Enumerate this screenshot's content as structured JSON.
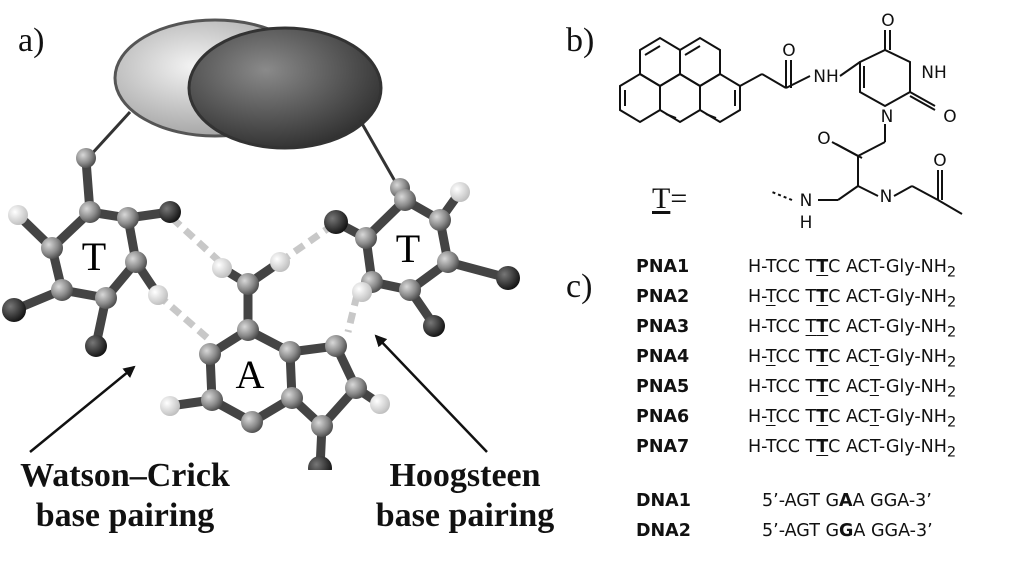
{
  "panels": {
    "a": "a)",
    "b": "b)",
    "c": "c)"
  },
  "ring_labels": {
    "left": "T",
    "right": "T",
    "center": "A"
  },
  "captions": {
    "wc_line1": "Watson–Crick",
    "wc_line2": "base pairing",
    "hg_line1": "Hoogsteen",
    "hg_line2": "base pairing"
  },
  "structure": {
    "t_symbol": "T",
    "equals": "=",
    "atoms": {
      "o_top": "O",
      "nh_ring": "NH",
      "o_right": "O",
      "n_ring": "N",
      "nh_amide": "NH",
      "h_amide": "N",
      "o_amide": "O",
      "n_backbone": "N",
      "nh_backbone": "N",
      "h_backbone": "H",
      "o_backbone": "O"
    }
  },
  "sequences": [
    {
      "name": "PNA1",
      "pre": "H-TCC T",
      "mark": "T",
      "post": "C ACT-Gly-NH",
      "sub": "2"
    },
    {
      "name": "PNA2",
      "pre": "H-",
      "u1": "T",
      "mid": "CC T",
      "mark": "T",
      "post": "C ACT-Gly-NH",
      "sub": "2"
    },
    {
      "name": "PNA3",
      "pre": "H-TCC ",
      "u1": "T",
      "mark": "T",
      "post": "C ACT-Gly-NH",
      "sub": "2"
    },
    {
      "name": "PNA4",
      "pre": "H-",
      "u1": "T",
      "mid": "CC T",
      "mark": "T",
      "post": "C AC",
      "u2": "T",
      "post2": "-Gly-NH",
      "sub": "2"
    },
    {
      "name": "PNA5",
      "pre": "H-TCC T",
      "mark": "T",
      "post": "C AC",
      "u2": "T",
      "post2": "-Gly-NH",
      "sub": "2"
    },
    {
      "name": "PNA6",
      "pre": "H-",
      "u1": "T",
      "mid": "CC T",
      "mark": "T",
      "post": "C AC",
      "u2": "T",
      "post2": "-Gly-NH",
      "sub": "2"
    },
    {
      "name": "PNA7",
      "pre": "H-TCC T",
      "mark": "T",
      "post": "C ACT-Gly-NH",
      "sub": "2"
    }
  ],
  "dna": [
    {
      "name": "DNA1",
      "pre": "5’-AGT G",
      "bold": "A",
      "post": "A GGA-3’"
    },
    {
      "name": "DNA2",
      "pre": "5’-AGT G",
      "bold": "G",
      "post": "A GGA-3’"
    }
  ]
}
